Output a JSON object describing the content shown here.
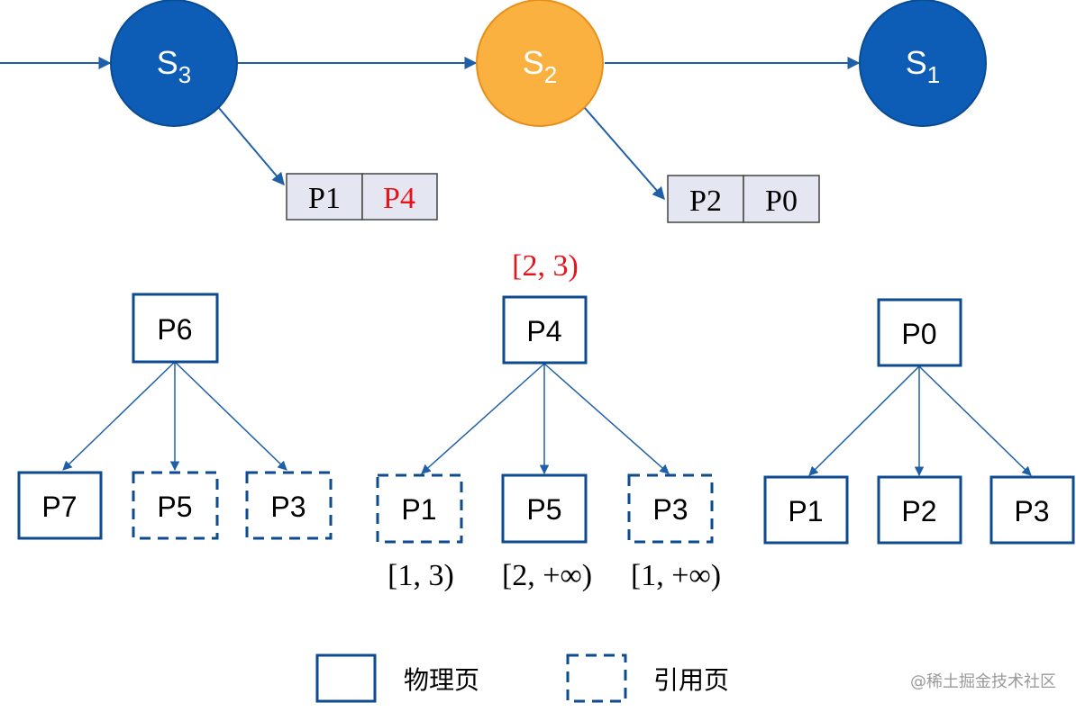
{
  "colors": {
    "line": "#1f5fa8",
    "state_fill": "#0d5cb5",
    "state_stroke": "#0a4b95",
    "active_fill": "#fbb140",
    "active_stroke": "#e6901b",
    "pagelist_fill": "#e4e7f1",
    "highlight_text": "#e8141b"
  },
  "states": [
    {
      "id": "s3",
      "label": "S",
      "sub": "3",
      "active": false
    },
    {
      "id": "s2",
      "label": "S",
      "sub": "2",
      "active": true
    },
    {
      "id": "s1",
      "label": "S",
      "sub": "1",
      "active": false
    }
  ],
  "page_lists": {
    "s3": [
      {
        "text": "P1",
        "highlight": false
      },
      {
        "text": "P4",
        "highlight": true
      }
    ],
    "s2": [
      {
        "text": "P2",
        "highlight": false
      },
      {
        "text": "P0",
        "highlight": false
      }
    ]
  },
  "trees": {
    "left": {
      "root": "P6",
      "children": [
        {
          "label": "P7",
          "kind": "physical"
        },
        {
          "label": "P5",
          "kind": "reference"
        },
        {
          "label": "P3",
          "kind": "reference"
        }
      ]
    },
    "middle": {
      "root": "P4",
      "root_range": "[2, 3)",
      "children": [
        {
          "label": "P1",
          "kind": "reference",
          "range": "[1, 3)"
        },
        {
          "label": "P5",
          "kind": "physical",
          "range": "[2, +∞)"
        },
        {
          "label": "P3",
          "kind": "reference",
          "range": "[1, +∞)"
        }
      ]
    },
    "right": {
      "root": "P0",
      "children": [
        {
          "label": "P1",
          "kind": "physical"
        },
        {
          "label": "P2",
          "kind": "physical"
        },
        {
          "label": "P3",
          "kind": "physical"
        }
      ]
    }
  },
  "legend": {
    "physical": "物理页",
    "reference": "引用页"
  },
  "watermark": "@稀土掘金技术社区"
}
